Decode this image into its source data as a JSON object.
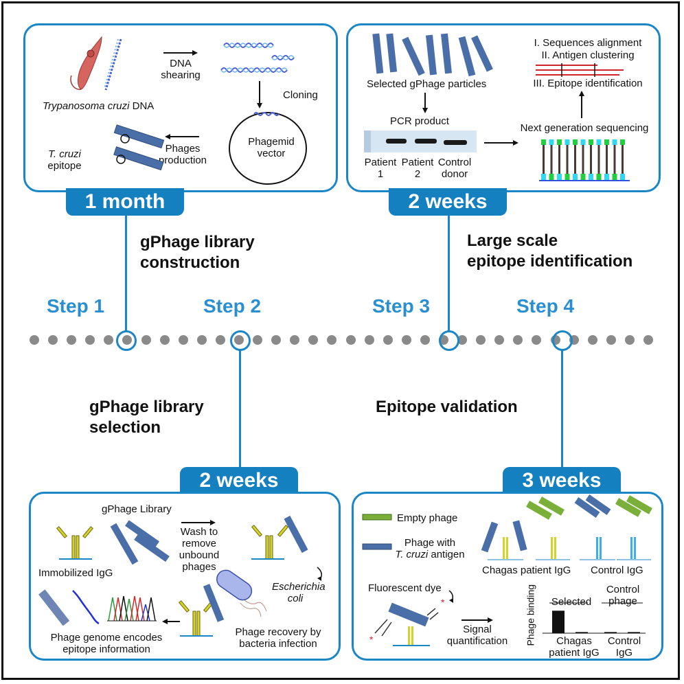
{
  "colors": {
    "accent": "#1b86c6",
    "tab_bg": "#1480c0",
    "step_text": "#2a8fd0",
    "dot": "#8a8a8a"
  },
  "timeline": {
    "steps": [
      {
        "label": "Step 1",
        "heading_line1": "gPhage library",
        "heading_line2": "construction",
        "duration": "1 month",
        "position": "top"
      },
      {
        "label": "Step 2",
        "heading_line1": "gPhage library",
        "heading_line2": "selection",
        "duration": "2 weeks",
        "position": "bottom"
      },
      {
        "label": "Step 3",
        "heading_line1": "Large scale",
        "heading_line2": "epitope identification",
        "duration": "2 weeks",
        "position": "top"
      },
      {
        "label": "Step 4",
        "heading_line1": "Epitope validation",
        "heading_line2": "",
        "duration": "3 weeks",
        "position": "bottom"
      }
    ],
    "dot_count": 34
  },
  "panel1": {
    "organism_label_italic": "Trypanosoma cruzi",
    "organism_label_rest": " DNA",
    "arrow_label_line1": "DNA",
    "arrow_label_line2": "shearing",
    "cloning_label": "Cloning",
    "vector_line1": "Phagemid",
    "vector_line2": "vector",
    "production_line1": "Phages",
    "production_line2": "production",
    "epitope_line1": "T. cruzi",
    "epitope_line2": "epitope"
  },
  "panel2": {
    "particles_label": "Selected gPhage particles",
    "pcr_label": "PCR product",
    "lanes": [
      {
        "line1": "Patient",
        "line2": "1"
      },
      {
        "line1": "Patient",
        "line2": "2"
      },
      {
        "line1": "Control",
        "line2": "donor"
      }
    ],
    "ngs_label": "Next generation sequencing",
    "analysis": [
      "I. Sequences alignment",
      "II. Antigen clustering",
      "III. Epitope identification"
    ]
  },
  "panel3": {
    "library_label": "gPhage Library",
    "igg_label": "Immobilized IgG",
    "wash_line1": "Wash to",
    "wash_line2": "remove",
    "wash_line3": "unbound",
    "wash_line4": "phages",
    "ecoli_line1": "Escherichia",
    "ecoli_line2": "coli",
    "recovery_line1": "Phage recovery by",
    "recovery_line2": "bacteria infection",
    "genome_line1": "Phage genome encodes",
    "genome_line2": "epitope information"
  },
  "panel4": {
    "legend_empty": "Empty phage",
    "legend_antigen_line1": "Phage with",
    "legend_antigen_italic": "T. cruzi",
    "legend_antigen_rest": " antigen",
    "chagas_igg": "Chagas patient IgG",
    "control_igg": "Control IgG",
    "dye_label": "Fluorescent dye",
    "signal_line1": "Signal",
    "signal_line2": "quantification"
  },
  "chart_data": {
    "type": "bar",
    "title": "",
    "xlabel": "",
    "ylabel": "Phage binding",
    "groups": [
      {
        "label_line1": "Chagas",
        "label_line2": "patient IgG"
      },
      {
        "label_line1": "Control",
        "label_line2": "IgG"
      }
    ],
    "series_groups": [
      {
        "line1": "Selected",
        "line2": ""
      },
      {
        "line1": "Control",
        "line2": "phage"
      }
    ],
    "categories": [
      "Chagas patient IgG / Selected",
      "Chagas patient IgG / Control phage",
      "Control IgG / Selected",
      "Control IgG / Control phage"
    ],
    "values": [
      1.0,
      0.05,
      0.05,
      0.05
    ],
    "ylim": [
      0,
      1.1
    ],
    "grid": false
  }
}
